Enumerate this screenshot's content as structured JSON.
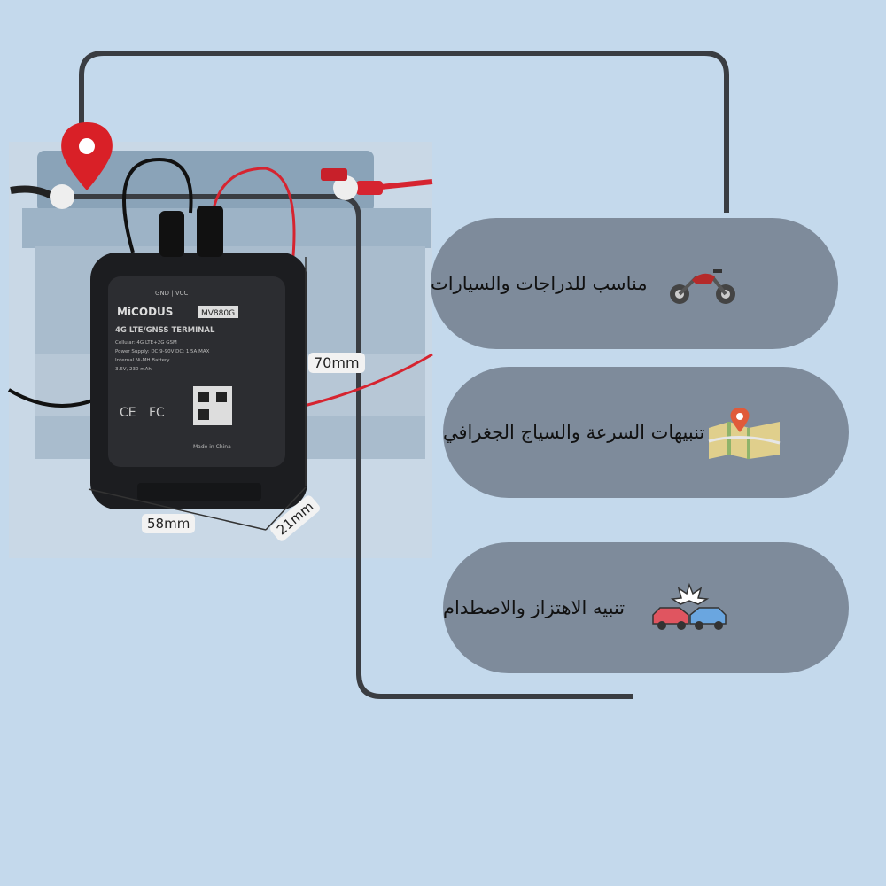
{
  "features": [
    {
      "label": "مناسب للدراجات والسيارات",
      "icon": "motorcycle-icon"
    },
    {
      "label": "تنبيهات السرعة والسياج الجغرافي",
      "icon": "map-pin-icon"
    },
    {
      "label": "تنبيه الاهتزاز والاصطدام",
      "icon": "car-crash-icon"
    }
  ],
  "dimensions": {
    "height": "70mm",
    "width": "58mm",
    "depth": "21mm"
  },
  "device": {
    "brand": "MiCODUS",
    "model": "MV880G",
    "title": "4G LTE/GNSS TERMINAL",
    "ports": "GND | VCC",
    "specs": [
      "Cellular: 4G LTE+2G GSM",
      "Power Supply: DC 9-90V  DC: 1.5A MAX",
      "Internal Ni-MH Battery",
      "3.6V, 230 mAh"
    ],
    "made_in": "Made in China"
  },
  "colors": {
    "background": "#c4d9ec",
    "pill": "#7e8b9b",
    "line": "#3a3d42",
    "pin": "#d92027"
  }
}
